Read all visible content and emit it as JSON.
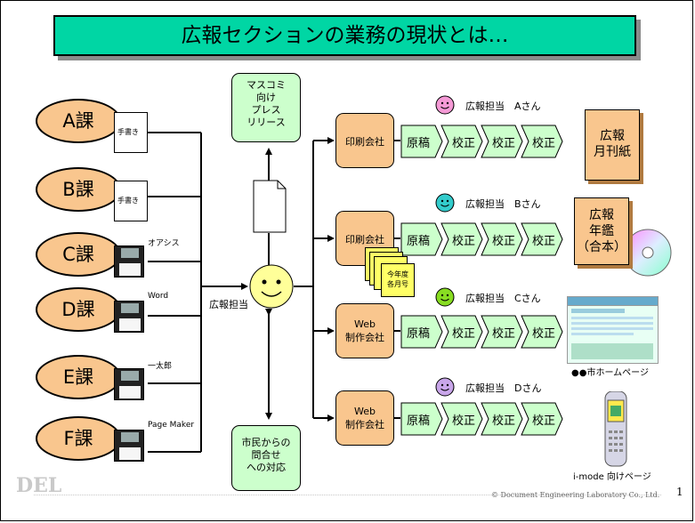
{
  "title": "広報セクションの業務の現状とは…",
  "departments": [
    {
      "name": "A課",
      "source": "手書き",
      "type": "paper"
    },
    {
      "name": "B課",
      "source": "手書き",
      "type": "paper"
    },
    {
      "name": "C課",
      "source": "オアシス",
      "type": "disk"
    },
    {
      "name": "D課",
      "source": "Word",
      "type": "disk"
    },
    {
      "name": "E課",
      "source": "一太郎",
      "type": "disk"
    },
    {
      "name": "F課",
      "source": "Page Maker",
      "type": "disk"
    }
  ],
  "center_label": "広報担当",
  "press_release": [
    "マスコミ",
    "向け",
    "プレス",
    "リリース"
  ],
  "inquiry": [
    "市民からの",
    "問合せ",
    "への対応"
  ],
  "flows": [
    {
      "vendor": [
        "印刷会社"
      ],
      "steps": [
        "原稿",
        "校正",
        "校正",
        "校正"
      ],
      "person": "広報担当　Aさん",
      "face_color": "#f59ad6"
    },
    {
      "vendor": [
        "印刷会社"
      ],
      "steps": [
        "原稿",
        "校正",
        "校正",
        "校正"
      ],
      "person": "広報担当　Bさん",
      "face_color": "#33cccc"
    },
    {
      "vendor": [
        "Web",
        "制作会社"
      ],
      "steps": [
        "原稿",
        "校正",
        "校正",
        "校正"
      ],
      "person": "広報担当　Cさん",
      "face_color": "#88dd22"
    },
    {
      "vendor": [
        "Web",
        "制作会社"
      ],
      "steps": [
        "原稿",
        "校正",
        "校正",
        "校正"
      ],
      "person": "広報担当　Dさん",
      "face_color": "#c9a6ea"
    }
  ],
  "stack_label": [
    "今年度",
    "各月号"
  ],
  "outputs": {
    "monthly": [
      "広報",
      "月刊紙"
    ],
    "annual": [
      "広報",
      "年鑑",
      "（合本）"
    ],
    "homepage_caption": "●●市ホームページ",
    "imode_caption": "i-mode 向けページ"
  },
  "footer": {
    "logo": "DEL",
    "copyright": "© Document Engineering Laboratory Co., Ltd.",
    "page": "1"
  }
}
